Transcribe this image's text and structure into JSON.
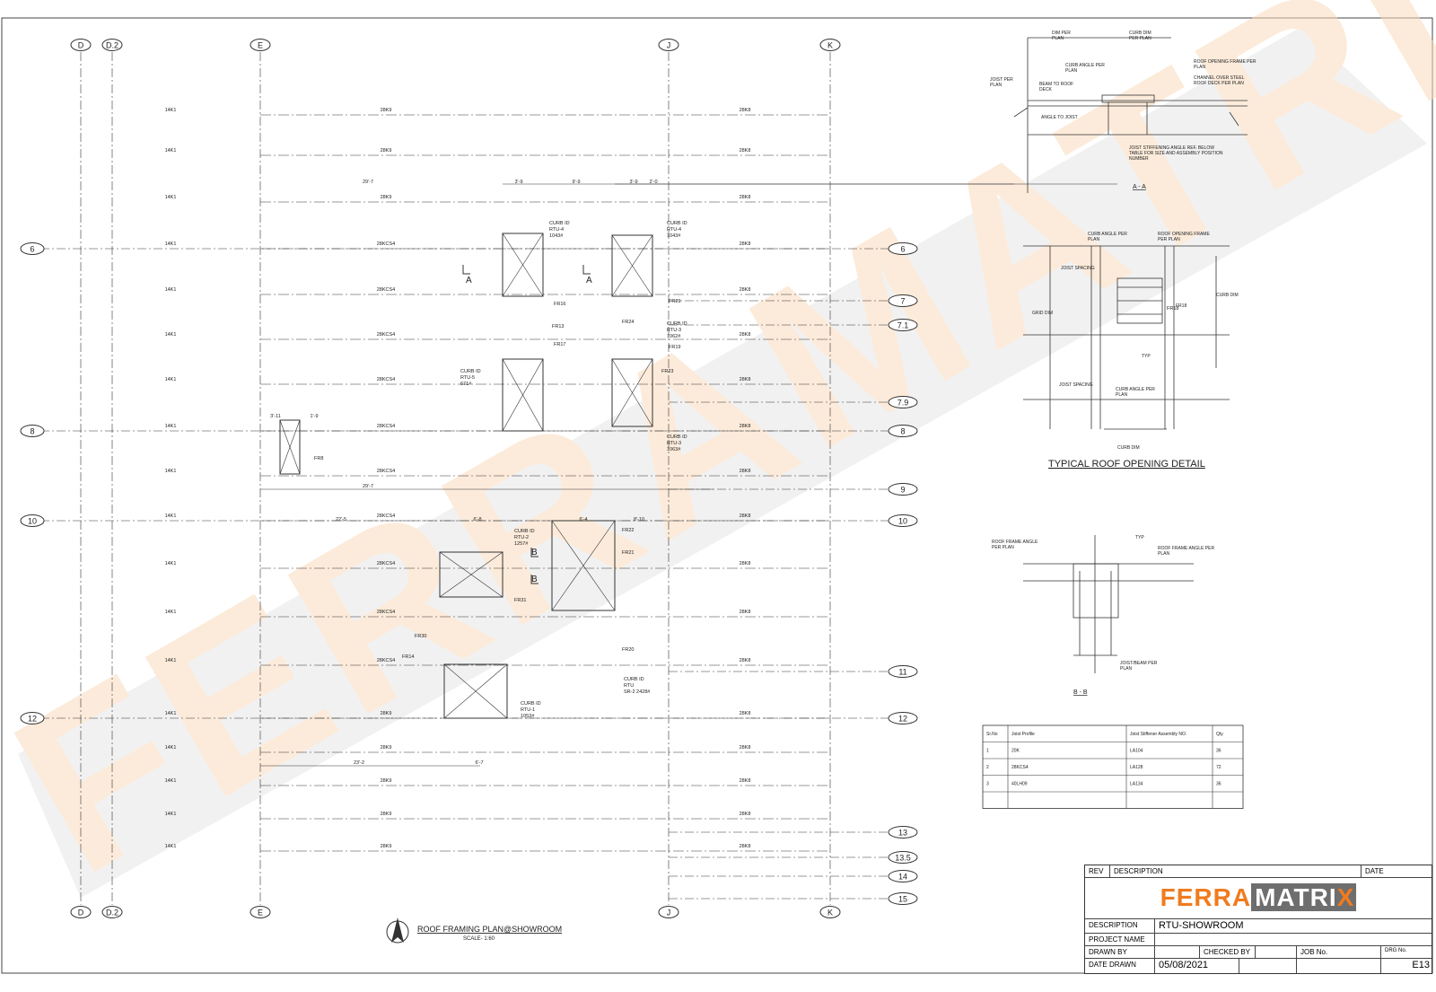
{
  "grid": {
    "columns": [
      "D",
      "D.2",
      "E",
      "J",
      "K"
    ],
    "rows_left": [
      "6",
      "8",
      "10",
      "12"
    ],
    "rows_right": [
      "6",
      "7",
      "7.1",
      "7.9",
      "8",
      "9",
      "10",
      "11",
      "12",
      "13",
      "13.5",
      "14",
      "15"
    ]
  },
  "joists": {
    "left_k": "14K1",
    "upper": [
      "28K9",
      "28K9",
      "28K9",
      "28KCS4",
      "28KCS4",
      "28KCS4",
      "28KCS4",
      "28KCS4",
      "28KCS4"
    ],
    "lower": [
      "28KCS4",
      "28KCS4",
      "28KCS4",
      "28KCS4",
      "28K9",
      "28K9",
      "28K9",
      "28K9",
      "28K9"
    ],
    "right": "28K8"
  },
  "dims": [
    "29'-7",
    "3'-9",
    "9'-9",
    "3'-9",
    "2'-0",
    "22'-5",
    "6'-8",
    "6'-4",
    "8'-10",
    "23'-2",
    "6'-7",
    "1'-9",
    "3'-11",
    "29'-7"
  ],
  "curbs": [
    {
      "label": "CURB ID RTU-4 1043#"
    },
    {
      "label": "CURB ID RTU-4 1043#"
    },
    {
      "label": "CURB ID RTU-3 1062#"
    },
    {
      "label": "CURB ID RTU-5 671#"
    },
    {
      "label": "CURB ID RTU-3 1063#"
    },
    {
      "label": "CURB ID RTU-2 1257#"
    },
    {
      "label": "CURB ID RTU SR-2 2428#"
    },
    {
      "label": "CURB ID RTU-1 1053#"
    }
  ],
  "frames": [
    "FR16",
    "FR13",
    "FR17",
    "FR29",
    "FR24",
    "FR19",
    "FR23",
    "FR8",
    "FR22",
    "FR21",
    "FR31",
    "FR30",
    "FR14",
    "FR20",
    "FR18"
  ],
  "sections": {
    "aa": "A",
    "bb": "B"
  },
  "detail_aa": {
    "title": "A - A",
    "notes": [
      "DIM PER PLAN",
      "CURB DIM PER PLAN",
      "CURB ANGLE PER PLAN",
      "ROOF OPENING FRAME PER PLAN",
      "CHANNEL OVER STEEL ROOF DECK PER PLAN",
      "JOIST PER PLAN",
      "BEAM TO ROOF DECK",
      "ANGLE TO JOIST",
      "JOIST STIFFENING ANGLE REF. BELOW TABLE FOR SIZE AND ASSEMBLY POSITION NUMBER"
    ]
  },
  "detail_typ": {
    "title": "TYPICAL ROOF OPENING DETAIL",
    "notes": [
      "CURB ANGLE PER PLAN",
      "ROOF OPENING FRAME PER PLAN",
      "JOIST SPACING",
      "GRID DIM",
      "CURB DIM",
      "CURB ANGLE PER PLAN",
      "CURB DIM",
      "JOIST SPACING",
      "FR18",
      "TYP"
    ]
  },
  "detail_bb": {
    "title": "B - B",
    "notes": [
      "ROOF FRAME ANGLE PER PLAN",
      "ROOF FRAME ANGLE PER PLAN",
      "JOIST/BEAM PER PLAN",
      "TYP"
    ]
  },
  "table": {
    "headers": [
      "Sr.No",
      "Joist Profile",
      "Joist Stiffener Assembly NO.",
      "Qty"
    ],
    "rows": [
      [
        "1",
        "20K",
        "LA104",
        "36"
      ],
      [
        "2",
        "28KCS4",
        "LA128",
        "72"
      ],
      [
        "3",
        "40LH09",
        "LA134",
        "36"
      ]
    ]
  },
  "plan": {
    "title": "ROOF FRAMING PLAN@SHOWROOM",
    "scale": "SCALE- 1:60"
  },
  "watermark": "FERRAMATRIX",
  "titleblock": {
    "rev": "REV",
    "description_h": "DESCRIPTION",
    "date_h": "DATE",
    "logo": "FERRAMATRIX",
    "description_label": "DESCRIPTION",
    "description": "RTU-SHOWROOM",
    "project_label": "PROJECT NAME",
    "drawn_label": "DRAWN BY",
    "checked_label": "CHECKED BY",
    "job_label": "JOB No.",
    "drg_label": "DRG No.",
    "drg": "E13",
    "date_drawn_label": "DATE DRAWN",
    "date_drawn": "05/08/2021"
  }
}
